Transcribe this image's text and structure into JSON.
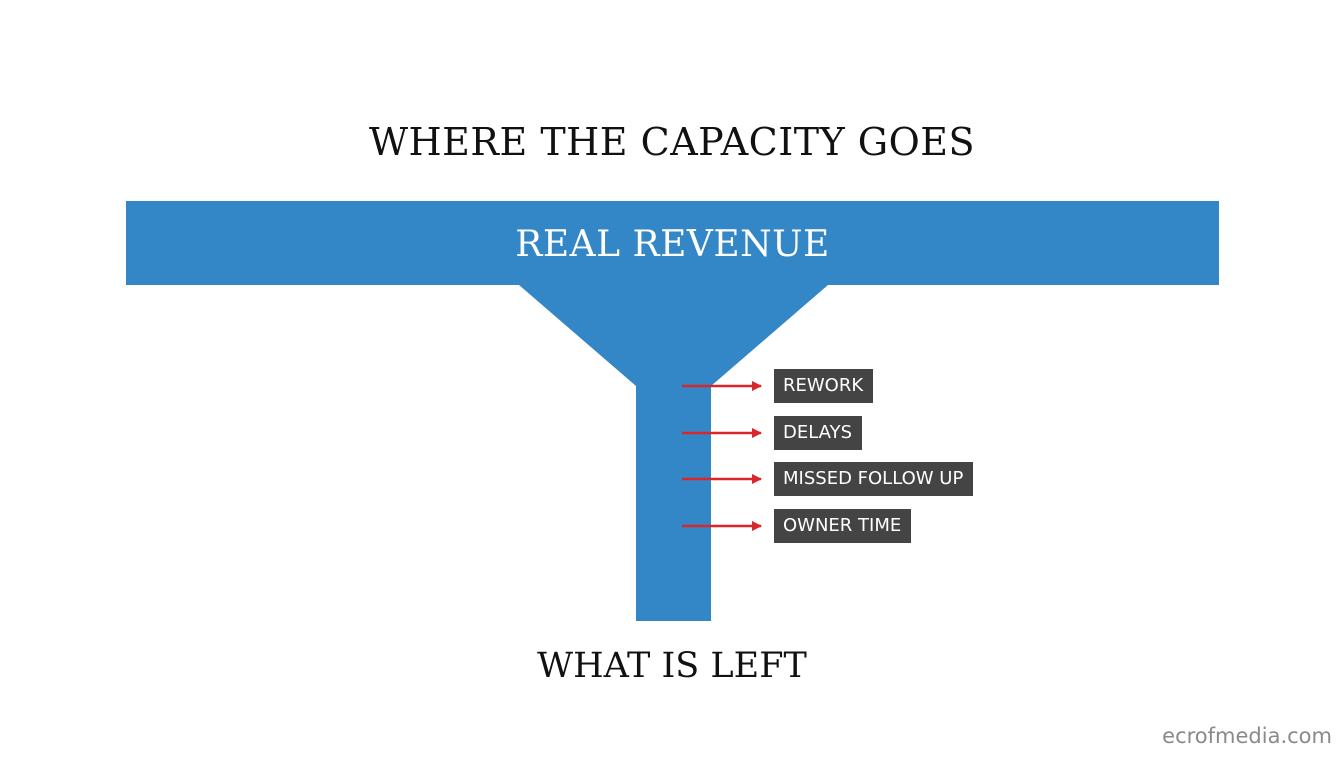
{
  "title": "WHERE THE CAPACITY GOES",
  "band_label": "REAL REVENUE",
  "leaks": [
    {
      "label": "REWORK"
    },
    {
      "label": "DELAYS"
    },
    {
      "label": "MISSED FOLLOW UP"
    },
    {
      "label": "OWNER TIME"
    }
  ],
  "bottom_label": "WHAT IS LEFT",
  "watermark": "ecrofmedia.com",
  "colors": {
    "funnel": "#3487c6",
    "arrow": "#d9262a",
    "label_bg": "#444444",
    "text": "#111111"
  }
}
